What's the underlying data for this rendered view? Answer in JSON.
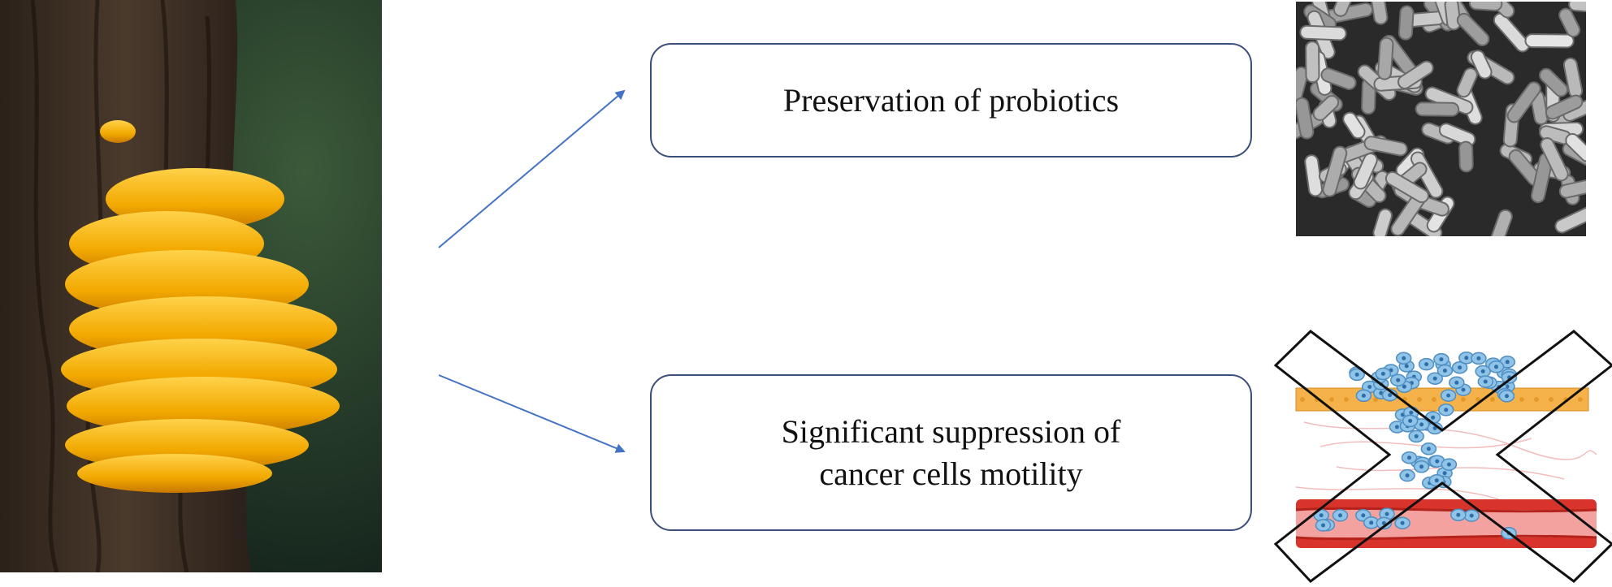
{
  "outcomes": [
    {
      "lines": [
        "Preservation of probiotics"
      ]
    },
    {
      "lines": [
        "Significant suppression of",
        "cancer cells motility"
      ]
    }
  ],
  "colors": {
    "arrow": "#4472c4",
    "box_border": "#3a4f7a",
    "mushroom": "#f2a900",
    "bark": "#3b2d22",
    "sem_background": "#2a2a2a",
    "cell_blue": "#8fc3e8",
    "vessel_red": "#d9342b",
    "epithelium_orange": "#f5b24a",
    "cross": "#111111"
  },
  "images": [
    {
      "icon": "mushroom-photo"
    },
    {
      "icon": "bacteria-micrograph"
    },
    {
      "icon": "crossed-out-cancer-metastasis-illustration"
    }
  ]
}
